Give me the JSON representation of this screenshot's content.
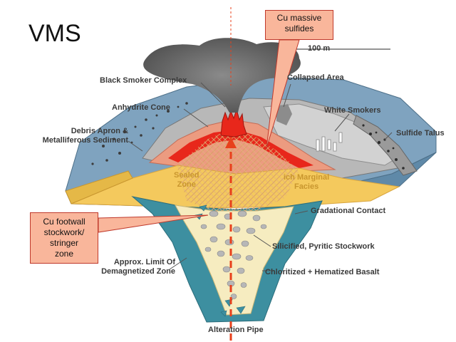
{
  "title": "VMS",
  "scale_label": "100 m",
  "callouts": {
    "top": "Cu massive\nsulfides",
    "left": "Cu footwall\nstockwork/\nstringer\nzone"
  },
  "labels": {
    "black_smoker_complex": "Black Smoker Complex",
    "anhydrite_cone": "Anhydrite Cone",
    "debris_apron": "Debris Apron &\nMetalliferous Sediment",
    "collapsed_area": "Collapsed Area",
    "white_smokers": "White Smokers",
    "sulfide_talus": "Sulfide Talus",
    "sealed_zone": "Sealed\nZone",
    "marginal_facies": "ich Marginal\nFacies",
    "gradational_contact": "Gradational Contact",
    "silicified_stockwork": "Silicified, Pyritic Stockwork",
    "approx_limit": "Approx. Limit Of\nDemagnetized Zone",
    "chloritized_basalt": "Chloritized + Hematized Basalt",
    "alteration_pipe": "Alteration Pipe"
  },
  "colors": {
    "seafloor_blue": "#7fa3bf",
    "basalt_teal": "#3d8fa0",
    "yellow_zone": "#f4c95d",
    "massive_sulfide": "#e56b4d",
    "chimney_red": "#e8271b",
    "callout_fill": "#f9b69b",
    "plume_gray": "#6e6e6e",
    "arrow_red": "#e8401b"
  }
}
